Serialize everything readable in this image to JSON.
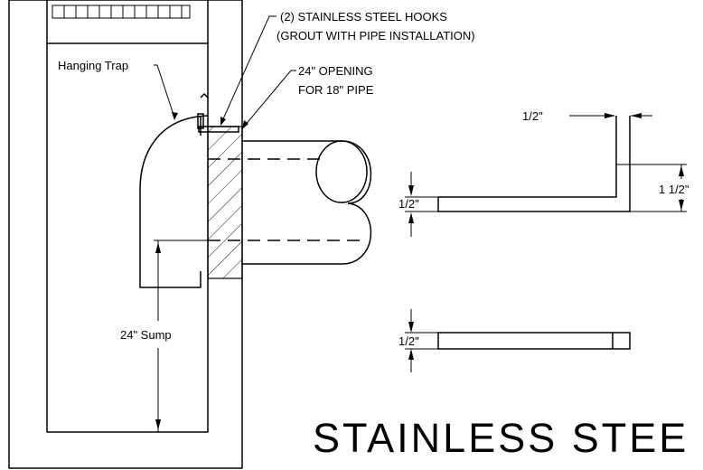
{
  "labels": {
    "hooks_line1": "(2) STAINLESS STEEL HOOKS",
    "hooks_line2": "(GROUT WITH PIPE INSTALLATION)",
    "opening_line1": "24\" OPENING",
    "opening_line2": "FOR 18\" PIPE",
    "hanging_trap": "Hanging Trap",
    "sump": "24\" Sump",
    "dim_top_width": "1/2\"",
    "dim_hook_height": "1 1/2\"",
    "dim_hook_thickness": "1/2\"",
    "dim_bar_thickness": "1/2\"",
    "title_partial": "STAINLESS STEE"
  }
}
